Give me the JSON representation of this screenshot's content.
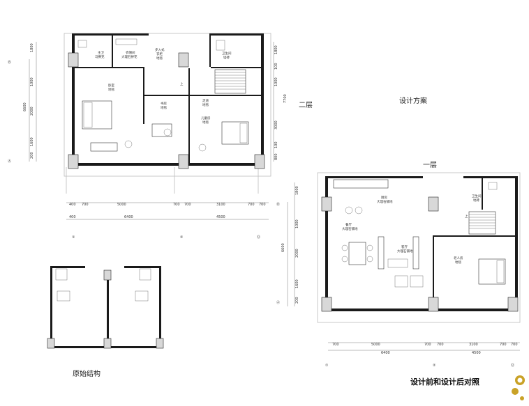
{
  "upper_floor": {
    "title": "二层",
    "rooms": {
      "master_bath": [
        "主卫",
        "马赛克"
      ],
      "cloakroom": [
        "衣帽间",
        "大理石拼花"
      ],
      "walkin": [
        "步入式",
        "衣柜",
        "地毯"
      ],
      "guest_bath": [
        "卫生间",
        "墙砖"
      ],
      "master_bed": [
        "卧室",
        "地毯"
      ],
      "study": [
        "书房",
        "地毯"
      ],
      "corridor": [
        "走道",
        "地毯"
      ],
      "kids_room": [
        "儿童房",
        "地毯"
      ]
    },
    "stair_label": "上",
    "left_dims": [
      "1800",
      "1000",
      "2000",
      "1600",
      "200"
    ],
    "left_total": "6600",
    "right_dims": [
      "1800",
      "100",
      "1000",
      "3000",
      "100",
      "800"
    ],
    "right_total": "7700",
    "bottom_dims": [
      "400",
      "700",
      "5000",
      "700",
      "700",
      "3100",
      "700",
      "700"
    ],
    "bottom_totals": [
      "400",
      "6400",
      "4500"
    ],
    "axes_bottom": [
      "①",
      "②",
      "⑫"
    ],
    "axes_side": [
      "Ⓑ",
      "Ⓐ"
    ]
  },
  "design_title": "设计方案",
  "lower_floor": {
    "title": "一层",
    "rooms": {
      "kitchen": [
        "厨房",
        "大理石铺地"
      ],
      "dining": [
        "餐厅",
        "大理石铺地"
      ],
      "living": [
        "客厅",
        "大理石铺地"
      ],
      "bath": [
        "卫生间",
        "地砖"
      ],
      "elder": [
        "老人房",
        "地毯"
      ]
    },
    "stair_label": "上",
    "left_dims": [
      "1800",
      "1000",
      "2000",
      "1600",
      "200"
    ],
    "left_total": "6600",
    "bottom_dims": [
      "700",
      "5000",
      "700",
      "700",
      "3100",
      "700",
      "700"
    ],
    "bottom_totals": [
      "6400",
      "4500"
    ],
    "axes_bottom": [
      "①",
      "②",
      "⑫"
    ],
    "axes_side": [
      "Ⓑ",
      "Ⓐ"
    ]
  },
  "original": {
    "caption": "原始结构"
  },
  "footer": {
    "caption": "设计前和设计后对照"
  },
  "colors": {
    "wall": "#1a1a1a",
    "construction": "#bbbbbb",
    "logo": "#c9a227"
  }
}
